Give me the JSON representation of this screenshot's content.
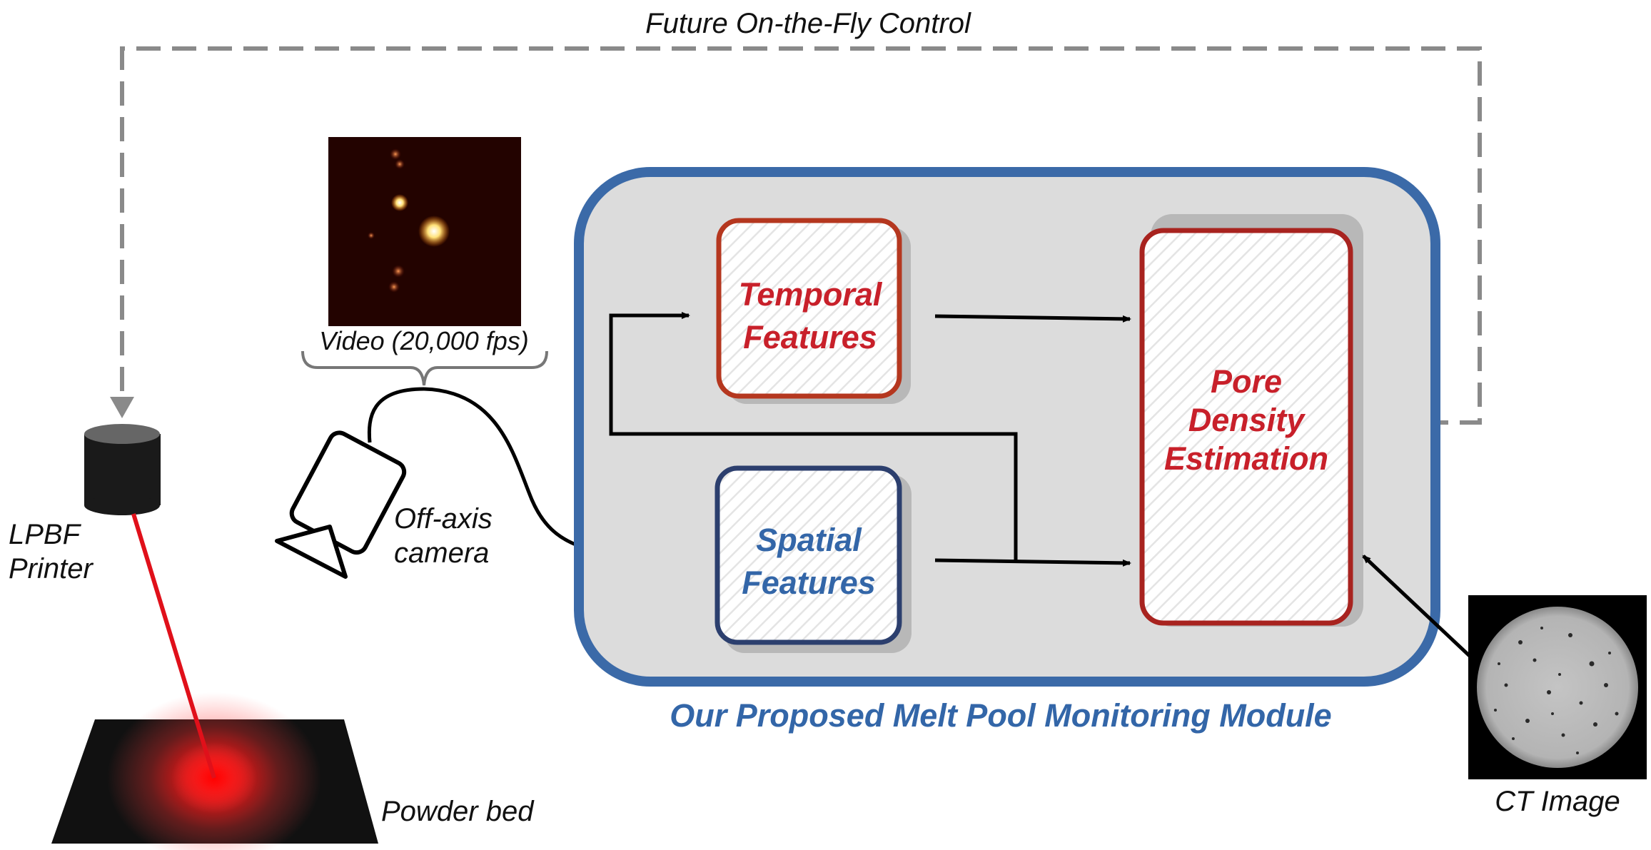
{
  "title_feedback": "Future On-the-Fly Control",
  "printer": {
    "label_line1": "LPBF",
    "label_line2": "Printer"
  },
  "powder_bed": {
    "label": "Powder bed"
  },
  "camera": {
    "label_line1": "Off-axis",
    "label_line2": "camera"
  },
  "video": {
    "label": "Video (20,000 fps)"
  },
  "module": {
    "caption": "Our Proposed Melt Pool Monitoring Module",
    "temporal_line1": "Temporal",
    "temporal_line2": "Features",
    "spatial_line1": "Spatial",
    "spatial_line2": "Features",
    "pore_line1": "Pore",
    "pore_line2": "Density",
    "pore_line3": "Estimation"
  },
  "ct": {
    "label": "CT Image"
  },
  "colors": {
    "module_border": "#3b6aa8",
    "module_fill": "#dcdcdc",
    "temporal_border": "#b5371f",
    "temporal_text": "#c8202a",
    "spatial_border": "#2c3f6e",
    "spatial_text": "#3366a8",
    "pore_border": "#a8231f",
    "pore_text": "#c8202a",
    "caption_text": "#3366a8",
    "laser": "#e0101a",
    "feedback_line": "#8a8a8a"
  }
}
